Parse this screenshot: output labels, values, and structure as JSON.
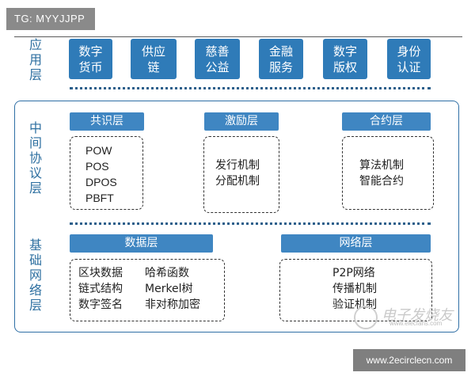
{
  "tag": "TG: MYYJJPP",
  "layers": {
    "app": {
      "label": "应用层",
      "items": [
        [
          "数字",
          "货币"
        ],
        [
          "供应",
          "链"
        ],
        [
          "慈善",
          "公益"
        ],
        [
          "金融",
          "服务"
        ],
        [
          "数字",
          "版权"
        ],
        [
          "身份",
          "认证"
        ]
      ]
    },
    "middle": {
      "label": "中间协议层",
      "consensus": {
        "title": "共识层",
        "items": [
          "POW",
          "POS",
          "DPOS",
          "PBFT"
        ]
      },
      "incentive": {
        "title": "激励层",
        "items": [
          "发行机制",
          "分配机制"
        ]
      },
      "contract": {
        "title": "合约层",
        "items": [
          "算法机制",
          "智能合约"
        ]
      }
    },
    "base": {
      "label": "基础网络层",
      "data": {
        "title": "数据层",
        "items": [
          "区块数据",
          "哈希函数",
          "链式结构",
          "Merkel树",
          "数字签名",
          "非对称加密"
        ]
      },
      "network": {
        "title": "网络层",
        "items": [
          "P2P网络",
          "传播机制",
          "验证机制"
        ]
      }
    }
  },
  "watermark": {
    "text": "电子发烧友",
    "sub": "www.elecfans.com"
  },
  "footer_url": "www.2ecirclecn.com",
  "colors": {
    "tile_blue": "#2f7bb8",
    "header_blue": "#3f86c2",
    "label_blue": "#2d6fa0",
    "frame_blue": "#2f6fa5"
  }
}
